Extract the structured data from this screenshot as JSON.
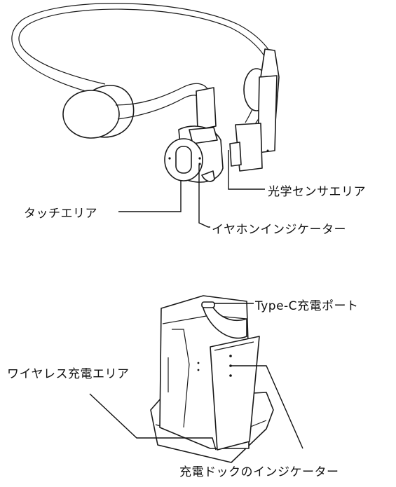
{
  "headphone": {
    "labels": {
      "touch_area": "タッチエリア",
      "optical_sensor_area": "光学センサエリア",
      "earphone_indicator": "イヤホンインジケーター"
    }
  },
  "charging_dock": {
    "labels": {
      "type_c_port": "Type-C充電ポート",
      "wireless_charging_area": "ワイヤレス充電エリア",
      "dock_indicator": "充電ドックのインジケーター"
    }
  }
}
